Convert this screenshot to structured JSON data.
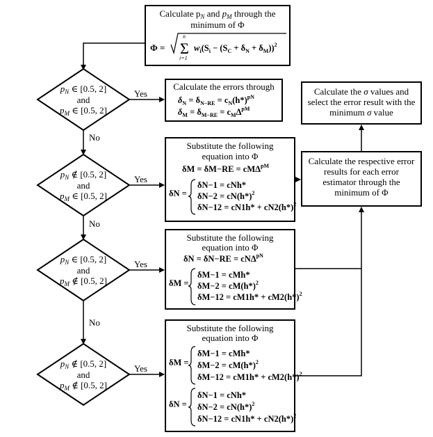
{
  "top_box": {
    "line1": "Calculate p",
    "sub_n": "N",
    "and": " and ",
    "p": "p",
    "sub_m": "M",
    "through": " through the",
    "line2": "minimum of Φ"
  },
  "phi": {
    "lhs": "Φ =",
    "sum_top": "n",
    "sum_bottom": "i=1",
    "sigma": "Σ",
    "body": "w",
    "w_sub": "i",
    "s_open": "(S",
    "s_sub": "i",
    "minus": " − (S",
    "c_sub": "C",
    "plus1": " + δ",
    "n_sub": "N",
    "plus2": " + δ",
    "m_sub": "M",
    "close": "))",
    "sq": "2"
  },
  "decisions": [
    {
      "n_rel": "∈ [0.5, 2]",
      "and": "and",
      "m_rel": "∈ [0.5, 2]"
    },
    {
      "n_rel": "∉ [0.5, 2]",
      "and": "and",
      "m_rel": "∈ [0.5, 2]"
    },
    {
      "n_rel": "∈ [0.5, 2]",
      "and": "and",
      "m_rel": "∉ [0.5, 2]"
    },
    {
      "n_rel": "∉ [0.5, 2]",
      "and": "and",
      "m_rel": "∉ [0.5, 2]"
    }
  ],
  "p_label": "p",
  "sub_N": "N",
  "sub_M": "M",
  "yes_label": "Yes",
  "no_label": "No",
  "box1": {
    "title": "Calculate the errors through",
    "eq1": "δ",
    "eq1_sub": "N",
    "eq1_mid": " = δ",
    "eq1_sub2": "N−RE",
    "eq1_rhs": " = c",
    "eq1_rhs_sub": "N",
    "eq1_tail": "(h*)",
    "eq1_exp": "pN",
    "eq2": "δ",
    "eq2_sub": "M",
    "eq2_mid": " = δ",
    "eq2_sub2": "M−RE",
    "eq2_rhs": " = c",
    "eq2_rhs_sub": "M",
    "eq2_tail": "Δ",
    "eq2_exp": "pM"
  },
  "box2": {
    "title1": "Substitute the following",
    "title2": "equation into Φ",
    "main": "δM = δM−RE = cMΔ",
    "main_exp": "pM",
    "lhs": "δN =",
    "cases": [
      "δN−1 = cNh*",
      "δN−2 = cN(h*)",
      "δN−12 = cN1h* + cN2(h*)"
    ],
    "case_exps": [
      "",
      "2",
      "2"
    ]
  },
  "box3": {
    "title1": "Substitute the following",
    "title2": "equation into Φ",
    "main": "δN = δN−RE = cNΔ",
    "main_exp": "pN",
    "lhs": "δM =",
    "cases": [
      "δM−1 = cMh*",
      "δM−2 = cM(h*)",
      "δM−12 = cM1h* + cM2(h*)"
    ],
    "case_exps": [
      "",
      "2",
      "2"
    ]
  },
  "box4": {
    "title1": "Substitute the following",
    "title2": "equation into Φ",
    "lhs_m": "δM =",
    "cases_m": [
      "δM−1 = cMh*",
      "δM−2 = cM(h*)",
      "δM−12 = cM1h* + cM2(h*)"
    ],
    "lhs_n": "δN =",
    "cases_n": [
      "δN−1 = cNh*",
      "δN−2 = cN(h*)",
      "δN−12 = cN1h* + cN2(h*)"
    ],
    "case_exps": [
      "",
      "2",
      "2"
    ]
  },
  "calc_box": {
    "line1": "Calculate the respective error",
    "line2": "results for each error",
    "line3": "estimator through the",
    "line4": "minimum of Φ"
  },
  "sigma_box": {
    "line1_a": "Calculate the ",
    "line1_sym": "σ",
    "line1_b": " values and",
    "line2": "select the error result with the",
    "line3_a": "minimum ",
    "line3_sym": "σ",
    "line3_b": " value"
  }
}
